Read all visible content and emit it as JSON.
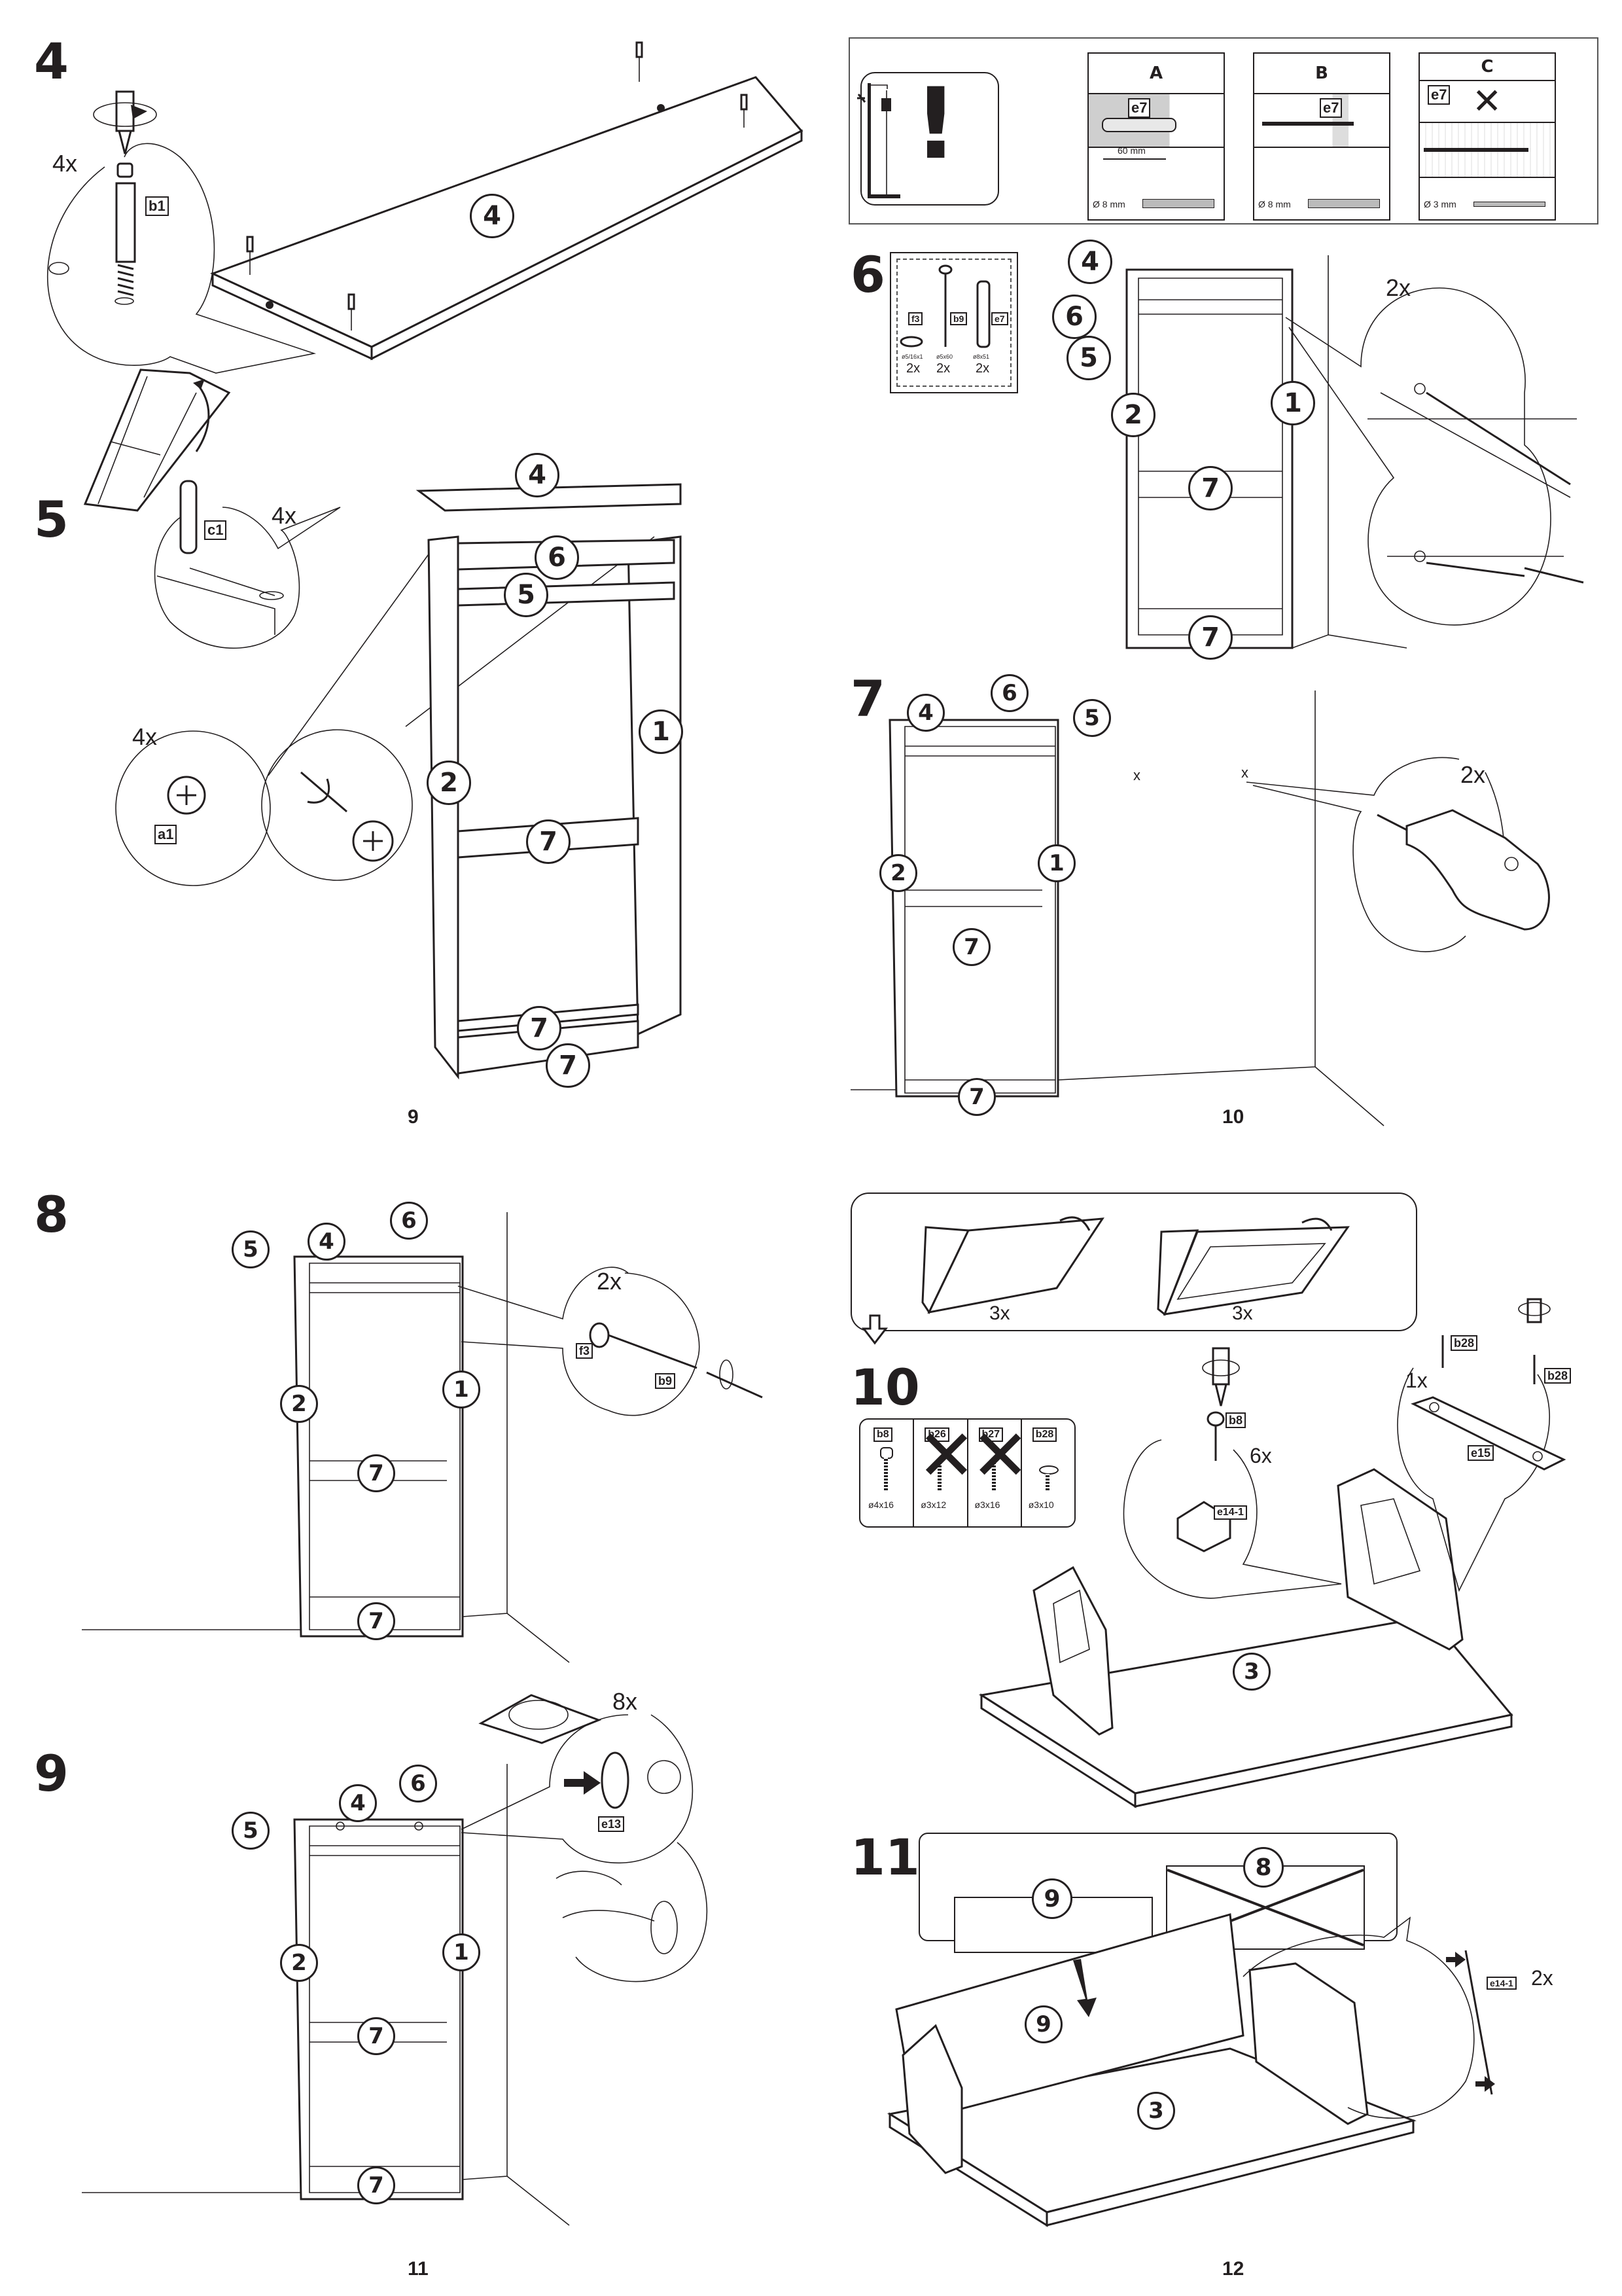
{
  "document": {
    "type": "assembly-instructions",
    "pages": [
      {
        "number": "9",
        "steps": [
          "4",
          "5"
        ]
      },
      {
        "number": "10",
        "steps": [
          "wall-fixing-notice",
          "6",
          "7"
        ]
      },
      {
        "number": "11",
        "steps": [
          "8",
          "9"
        ]
      },
      {
        "number": "12",
        "steps": [
          "10",
          "11"
        ]
      }
    ]
  },
  "step4": {
    "number": "4",
    "qty": "4x",
    "part_tag": "b1",
    "panel_label": "4"
  },
  "step5": {
    "number": "5",
    "qty_dowel": "4x",
    "dowel_tag": "c1",
    "qty_cam": "4x",
    "cam_tag": "a1",
    "labels": [
      "4",
      "6",
      "5",
      "1",
      "2",
      "7",
      "7",
      "7"
    ]
  },
  "wall_notice": {
    "exclamation": "!",
    "columns": [
      {
        "header": "A",
        "tag": "e7",
        "depth": "60 mm",
        "drill": "Ø 8 mm",
        "allowed": true
      },
      {
        "header": "B",
        "tag": "e7",
        "drill": "Ø 8 mm",
        "allowed": true
      },
      {
        "header": "C",
        "tag": "e7",
        "drill": "Ø 3 mm",
        "allowed": false
      }
    ]
  },
  "step6": {
    "number": "6",
    "hardware": [
      {
        "tag": "f3",
        "size": "ø5/16x1",
        "qty": "2x"
      },
      {
        "tag": "b9",
        "size": "ø5x60",
        "qty": "2x"
      },
      {
        "tag": "e7",
        "size": "ø8x51",
        "qty": "2x"
      }
    ],
    "qty": "2x",
    "labels": [
      "4",
      "6",
      "5",
      "2",
      "1",
      "7",
      "7"
    ]
  },
  "step7": {
    "number": "7",
    "mark": "x",
    "qty": "2x",
    "labels": [
      "4",
      "6",
      "5",
      "2",
      "1",
      "7",
      "7"
    ]
  },
  "step8": {
    "number": "8",
    "qty": "2x",
    "washer_tag": "f3",
    "screw_tag": "b9",
    "labels": [
      "5",
      "4",
      "6",
      "2",
      "1",
      "7",
      "7"
    ]
  },
  "step9": {
    "number": "9",
    "qty": "8x",
    "cap_tag": "e13",
    "labels": [
      "4",
      "6",
      "5",
      "2",
      "1",
      "7",
      "7"
    ]
  },
  "step10": {
    "number": "10",
    "preview_qty": [
      "3x",
      "3x"
    ],
    "screws": [
      {
        "tag": "b8",
        "size": "ø4x16",
        "allowed": true
      },
      {
        "tag": "b26",
        "size": "ø3x12",
        "allowed": false
      },
      {
        "tag": "b27",
        "size": "ø3x16",
        "allowed": false
      },
      {
        "tag": "b28",
        "size": "ø3x10",
        "allowed": true
      }
    ],
    "screw_tag": "b8",
    "screw_qty": "6x",
    "bracket_tag": "e14-1",
    "plate_qty": "1x",
    "plate_tag": "e15",
    "plate_screw_tags": [
      "b28",
      "b28"
    ],
    "panel_label": "3"
  },
  "step11": {
    "number": "11",
    "correct_panel": "9",
    "wrong_panel": "8",
    "qty": "2x",
    "bracket_tag": "e14-1",
    "labels": [
      "9",
      "3"
    ]
  },
  "page_numbers": {
    "p1": "9",
    "p2": "10",
    "p3": "11",
    "p4": "12"
  }
}
